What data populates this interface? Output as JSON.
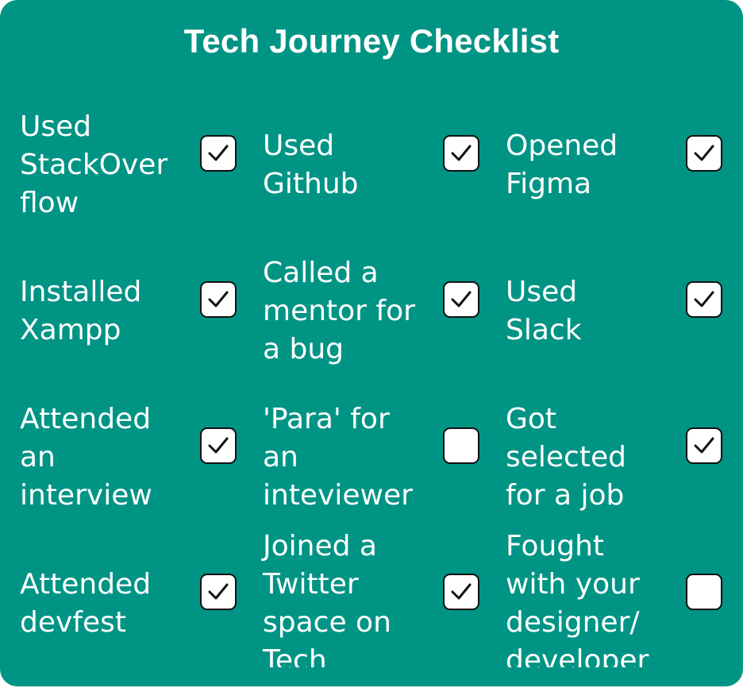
{
  "title": "Tech Journey Checklist",
  "items": [
    {
      "label": "Used\nStackOver\nflow",
      "checked": true
    },
    {
      "label": "Used\nGithub",
      "checked": true
    },
    {
      "label": "Opened\nFigma",
      "checked": true
    },
    {
      "label": "Installed\nXampp",
      "checked": true
    },
    {
      "label": "Called a\nmentor for\na bug",
      "checked": true
    },
    {
      "label": "Used\nSlack",
      "checked": true
    },
    {
      "label": "Attended\nan\ninterview",
      "checked": true
    },
    {
      "label": "'Para' for\nan\ninteviewer",
      "checked": false
    },
    {
      "label": "Got\nselected\nfor a job",
      "checked": true
    },
    {
      "label": "Attended\ndevfest",
      "checked": true
    },
    {
      "label": "Joined a\nTwitter\nspace on\nTech",
      "checked": true
    },
    {
      "label": "Fought\nwith your\ndesigner/\ndeveloper",
      "checked": false
    }
  ]
}
